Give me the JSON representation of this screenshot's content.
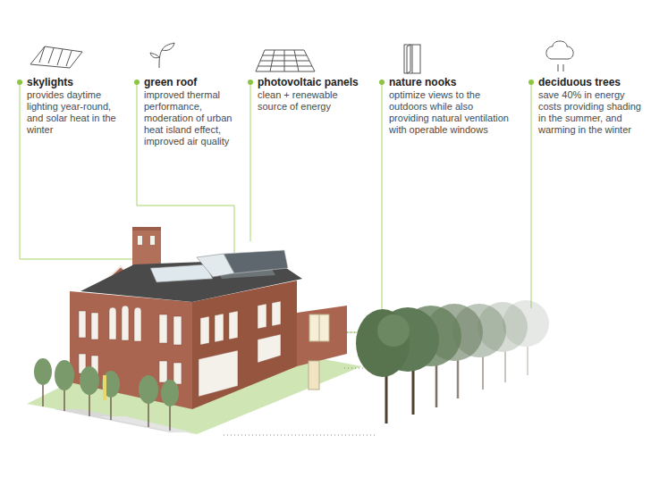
{
  "diagram": {
    "labels": [
      "skylights",
      "provides daytime lighting year-round, and solar heat in the winter",
      "green roof",
      "improved thermal performance, moderation of urban heat island effect, improved air quality",
      "photovoltaic panels",
      "clean + renewable source of energy",
      "nature nooks",
      "optimize views to the outdoors while also providing natural ventilation with operable windows",
      "deciduous trees",
      "save 40% in energy costs providing shading in the summer, and warming in the winter"
    ]
  }
}
